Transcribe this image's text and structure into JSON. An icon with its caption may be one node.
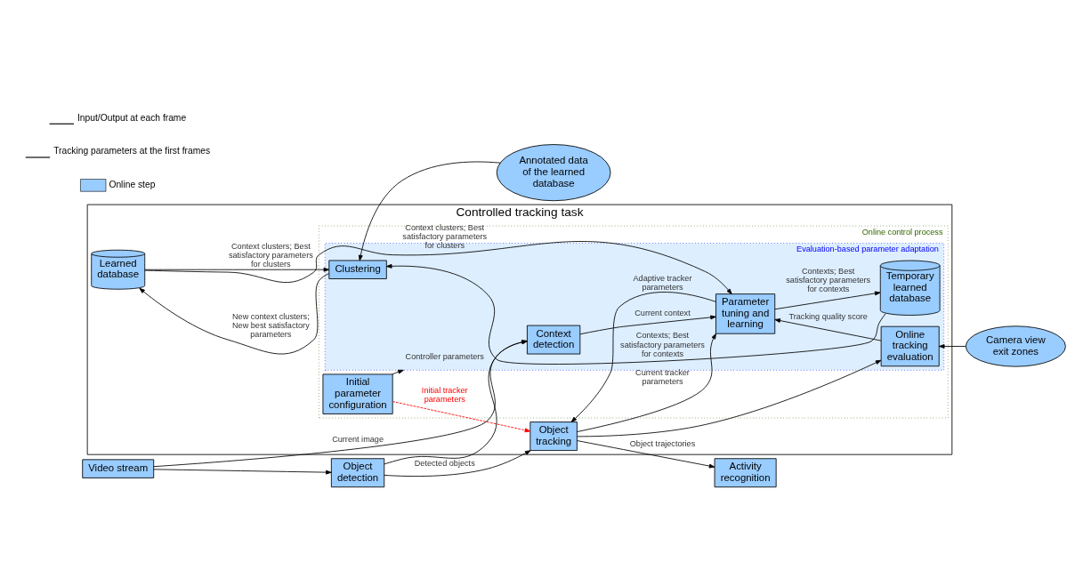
{
  "diagram": {
    "nodes": [
      {
        "text": [
          "Controlled tracking task"
        ]
      },
      {
        "text": [
          "Video stream"
        ]
      },
      {
        "text": [
          "Object detection"
        ]
      },
      {
        "text": [
          "Object tracking"
        ],
        "in": 0
      },
      {
        "text": [
          "Activity recognition"
        ]
      },
      {
        "text": [
          "Online control process"
        ],
        "in": 0
      },
      {
        "text": [
          "Evaluation-based parameter adaptation"
        ],
        "in": 5
      },
      {
        "text": [
          "Context detection"
        ],
        "in": 6
      },
      {
        "text": [
          "Parameter tuning and learning"
        ],
        "in": 6
      },
      {
        "text": [
          "Online tracking evaluation"
        ],
        "in": 6
      },
      {
        "text": [
          "Camera view exit zones"
        ]
      },
      {
        "text": [
          "Initial parameter configuration"
        ],
        "in": 5
      },
      {
        "text": [
          "Learned database"
        ],
        "in": 0
      },
      {
        "text": [
          "Temporary learned database"
        ],
        "in": 6
      },
      {
        "text": [
          "Clustering"
        ],
        "in": 6
      },
      {
        "text": [
          "Annotated data of the learned database"
        ]
      }
    ],
    "edges": [
      {
        "from": 1,
        "to": 2,
        "arrow": "to"
      },
      {
        "from": 2,
        "to": 3,
        "arrow": "to",
        "label": "Detected objects"
      },
      {
        "from": 2,
        "to": 7,
        "arrow": "to"
      },
      {
        "from": 1,
        "to": 7,
        "arrow": "to",
        "label": "Current image"
      },
      {
        "from": 11,
        "to": 3,
        "arrow": "to",
        "label": "Initial tracker parameters",
        "style": "dashed",
        "color": "#ff0000"
      },
      {
        "from": 3,
        "to": 4,
        "arrow": "to",
        "label": "Object trajectories"
      },
      {
        "from": 3,
        "to": 9,
        "arrow": "to"
      },
      {
        "from": 3,
        "to": 8,
        "arrow": "to",
        "label": "Current tracker parameters"
      },
      {
        "from": 8,
        "to": 3,
        "arrow": "to",
        "label": "Adaptive tracker parameters"
      },
      {
        "from": 7,
        "to": 8,
        "arrow": "to",
        "label": "Current context"
      },
      {
        "from": 9,
        "to": 8,
        "arrow": "to",
        "label": "Tracking quality score"
      },
      {
        "from": 10,
        "to": 9,
        "arrow": "to"
      },
      {
        "from": 11,
        "to": 6,
        "arrow": "to",
        "label": "Controller parameters"
      },
      {
        "from": 12,
        "to": 8,
        "arrow": "to",
        "label": "Context clusters; Best satisfactory parameters for clusters"
      },
      {
        "from": 8,
        "to": 13,
        "arrow": "to",
        "label": "Contexts; Best satisfactory parameters for contexts"
      },
      {
        "from": 13,
        "to": 14,
        "arrow": "to",
        "label": "Contexts; Best satisfactory parameters for contexts"
      },
      {
        "from": 14,
        "to": 12,
        "arrow": "to",
        "label": "New context clusters; New best satisfactory parameters"
      },
      {
        "from": 12,
        "to": 14,
        "arrow": "to",
        "label": "Context clusters; Best satisfactory parameters for clusters"
      },
      {
        "from": 15,
        "to": 14,
        "arrow": "to"
      }
    ],
    "legend": [
      {
        "text": "Input/Output at each frame"
      },
      {
        "text": "Tracking parameters at the first frames"
      },
      {
        "text": "Online step",
        "color": "#99ccff"
      }
    ]
  }
}
